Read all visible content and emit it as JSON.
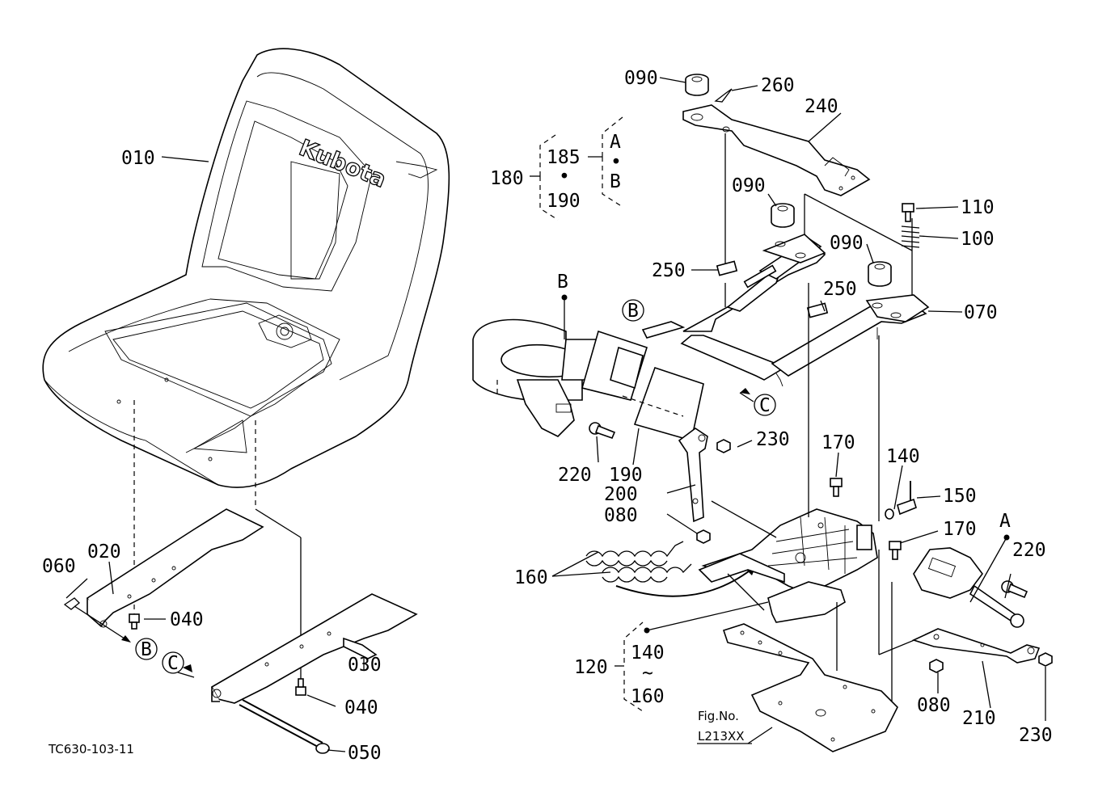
{
  "brand": "Kubota",
  "drawing_id": "TC630-103-11",
  "figure": {
    "label": "Fig.No.",
    "number": "L213XX"
  },
  "callouts": {
    "p010": "010",
    "p020": "020",
    "p030": "030",
    "p040a": "040",
    "p040b": "040",
    "p050": "050",
    "p060": "060",
    "p070": "070",
    "p080a": "080",
    "p080b": "080",
    "p090a": "090",
    "p090b": "090",
    "p090c": "090",
    "p100": "100",
    "p110": "110",
    "p120": "120",
    "p140a": "140",
    "p140b": "140",
    "p150": "150",
    "p160a": "160",
    "p160b": "160",
    "p170a": "170",
    "p170b": "170",
    "p180": "180",
    "p185": "185",
    "p190a": "190",
    "p190b": "190",
    "p200": "200",
    "p210": "210",
    "p220a": "220",
    "p220b": "220",
    "p230a": "230",
    "p230b": "230",
    "p240": "240",
    "p250a": "250",
    "p250b": "250",
    "p260": "260"
  },
  "markers": {
    "A_top": "A",
    "B_top": "B",
    "B_belt": "B",
    "A_right": "A",
    "B_circle_a": "B",
    "B_circle_b": "B",
    "C_circle_a": "C",
    "C_circle_b": "C",
    "dot": "•",
    "tilde": "~"
  },
  "icons": [
    "seat-icon",
    "seat-belt-icon",
    "seat-rail-icon",
    "spring-icon",
    "bracket-icon",
    "bolt-icon",
    "buckle-icon"
  ]
}
